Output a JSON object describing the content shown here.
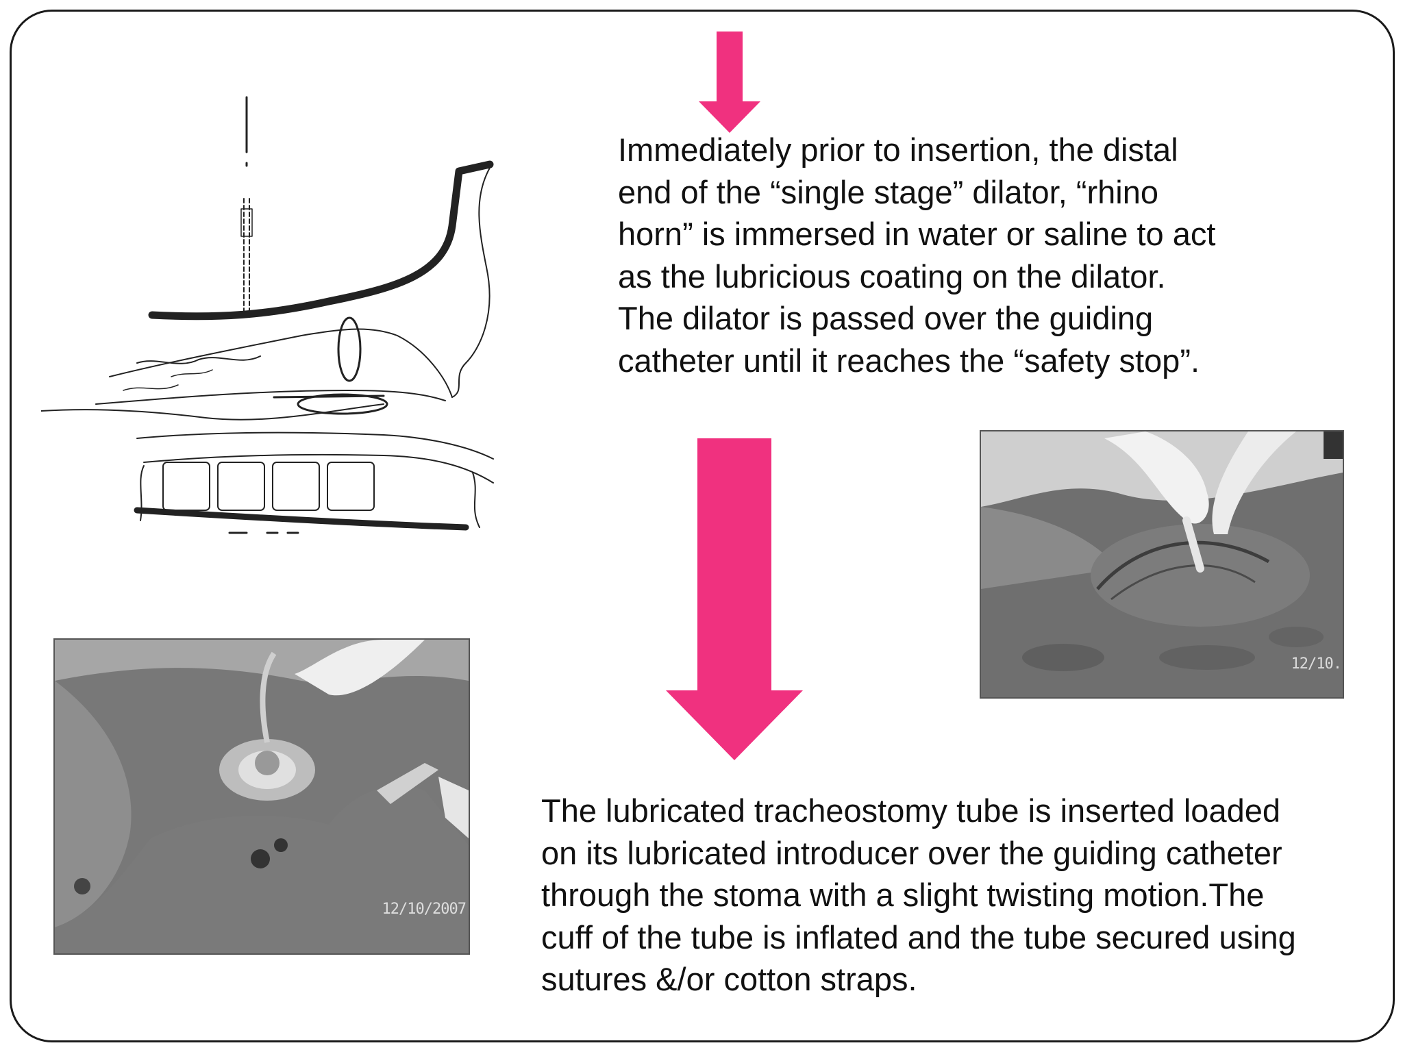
{
  "slide": {
    "paragraph_top": "Immediately prior to insertion, the distal end of the “single stage” dilator, “rhino horn” is immersed in water or saline to act as the lubricious coating on the dilator. The dilator is passed over the guiding catheter until it reaches the “safety stop”.",
    "paragraph_bottom": "The lubricated tracheostomy tube is inserted loaded on its lubricated introducer over the guiding catheter through the stoma with a slight twisting motion.The cuff of the tube is inflated and the tube secured using sutures &/or cotton straps.",
    "photo_right_date": "12/10.",
    "photo_left_date": "12/10/2007"
  },
  "colors": {
    "arrow": "#f0317f",
    "frame": "#1a1a1a",
    "text": "#111111"
  },
  "icons": {
    "arrow_small": "arrow-down-icon",
    "arrow_large": "arrow-down-icon"
  }
}
